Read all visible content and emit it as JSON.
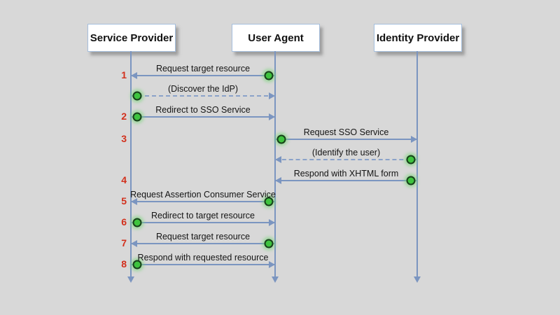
{
  "diagram": {
    "title": "SAML SSO sequence diagram",
    "colors": {
      "background": "#d8d8d8",
      "line": "#7b95c0",
      "number": "#d2301c",
      "circle_fill": "#3ec43e",
      "circle_border": "#17401a",
      "box_background": "#ffffff",
      "box_border": "#a5bedd",
      "text": "#141414"
    },
    "actors": [
      {
        "id": "sp",
        "label": "Service Provider"
      },
      {
        "id": "ua",
        "label": "User Agent"
      },
      {
        "id": "idp",
        "label": "Identity Provider"
      }
    ],
    "messages": [
      {
        "number": "1",
        "label": "Request target resource",
        "from": "ua",
        "to": "sp",
        "style": "solid",
        "double_headed": false,
        "circle_at": "from"
      },
      {
        "number": "",
        "label": "(Discover the IdP)",
        "from": "sp",
        "to": "ua",
        "style": "dashed",
        "double_headed": true,
        "circle_at": "from"
      },
      {
        "number": "2",
        "label": "Redirect to SSO Service",
        "from": "sp",
        "to": "ua",
        "style": "solid",
        "double_headed": false,
        "circle_at": "from"
      },
      {
        "number": "3",
        "label": "Request SSO Service",
        "from": "ua",
        "to": "idp",
        "style": "solid",
        "double_headed": false,
        "circle_at": "from"
      },
      {
        "number": "",
        "label": "(Identify the user)",
        "from": "idp",
        "to": "ua",
        "style": "dashed",
        "double_headed": true,
        "circle_at": "from"
      },
      {
        "number": "4",
        "label": "Respond with XHTML form",
        "from": "idp",
        "to": "ua",
        "style": "solid",
        "double_headed": false,
        "circle_at": "from"
      },
      {
        "number": "5",
        "label": "Request Assertion Consumer Service",
        "from": "ua",
        "to": "sp",
        "style": "solid",
        "double_headed": false,
        "circle_at": "from"
      },
      {
        "number": "6",
        "label": "Redirect to target resource",
        "from": "sp",
        "to": "ua",
        "style": "solid",
        "double_headed": false,
        "circle_at": "from"
      },
      {
        "number": "7",
        "label": "Request target resource",
        "from": "ua",
        "to": "sp",
        "style": "solid",
        "double_headed": false,
        "circle_at": "from"
      },
      {
        "number": "8",
        "label": "Respond with requested resource",
        "from": "sp",
        "to": "ua",
        "style": "solid",
        "double_headed": false,
        "circle_at": "from"
      }
    ]
  }
}
